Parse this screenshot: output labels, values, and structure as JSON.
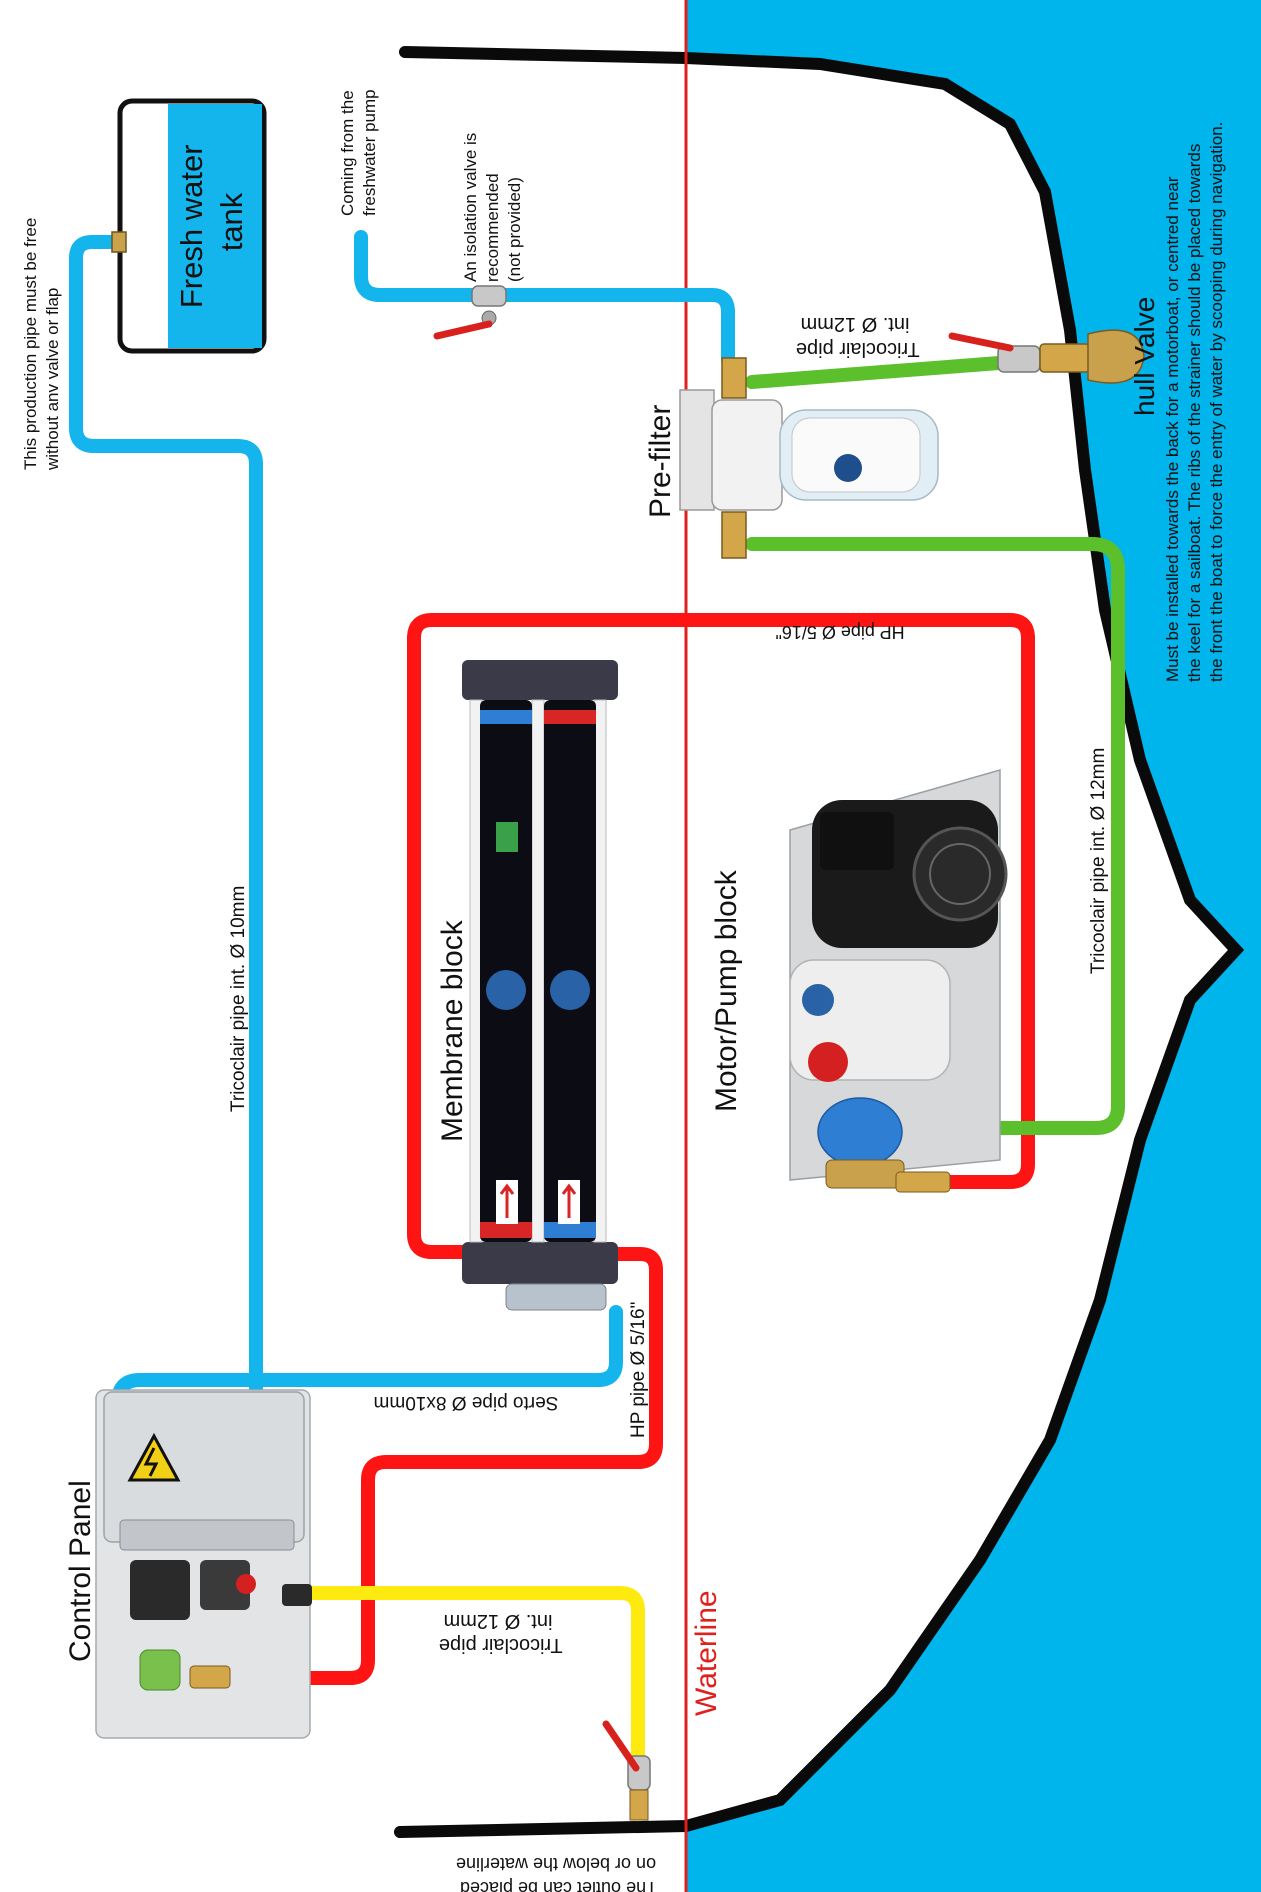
{
  "labels": {
    "tank": [
      "Fresh water",
      "tank"
    ],
    "production_note": [
      "This production pipe must be free",
      "without anv valve or flap"
    ],
    "freshwater_source": [
      "Coming from the",
      "freshwater pump"
    ],
    "isolation_valve": [
      "An isolation valve is",
      "recommended",
      "(not provided)"
    ],
    "prefilter_pipe": [
      "Tricoclair pipe",
      "int. Ø 12mm"
    ],
    "prefilter": "Pre-filter",
    "hull_valve_title": "hull Valve",
    "hull_valve_note": [
      "Must be installed towards the back for a motorboat, or centred near",
      "the keel for a sailboat. The ribs of the strainer should be placed towards",
      "the front the boat to force the entry of water by scooping during navigation."
    ],
    "hp_pipe_top": "HP pipe Ø 5/16\"",
    "tricoclair_10": "Tricoclair pipe int. Ø 10mm",
    "membrane_block": "Membrane block",
    "motor_pump_block": "Motor/Pump block",
    "tricoclair_12_right": "Tricoclair pipe int. Ø 12mm",
    "serto_pipe": "Serto pipe Ø 8x10mm",
    "hp_pipe_bottom": "HP pipe Ø 5/16\"",
    "control_panel": "Control Panel",
    "outlet_pipe": [
      "Tricoclair pipe",
      "int. Ø 12mm"
    ],
    "waterline": "Waterline",
    "outlet_note": [
      "The outlet can be placed",
      "on or below the waterline"
    ]
  },
  "colors": {
    "sea": "#00b4ec",
    "hull": "#0a0a0a",
    "waterline": "#e0201c",
    "fresh_pipe": "#14b4ec",
    "hp_pipe": "#ff1414",
    "intake_pipe": "#5cc02c",
    "outlet_pipe": "#ffea10",
    "tank_fill": "#14b4ec"
  }
}
